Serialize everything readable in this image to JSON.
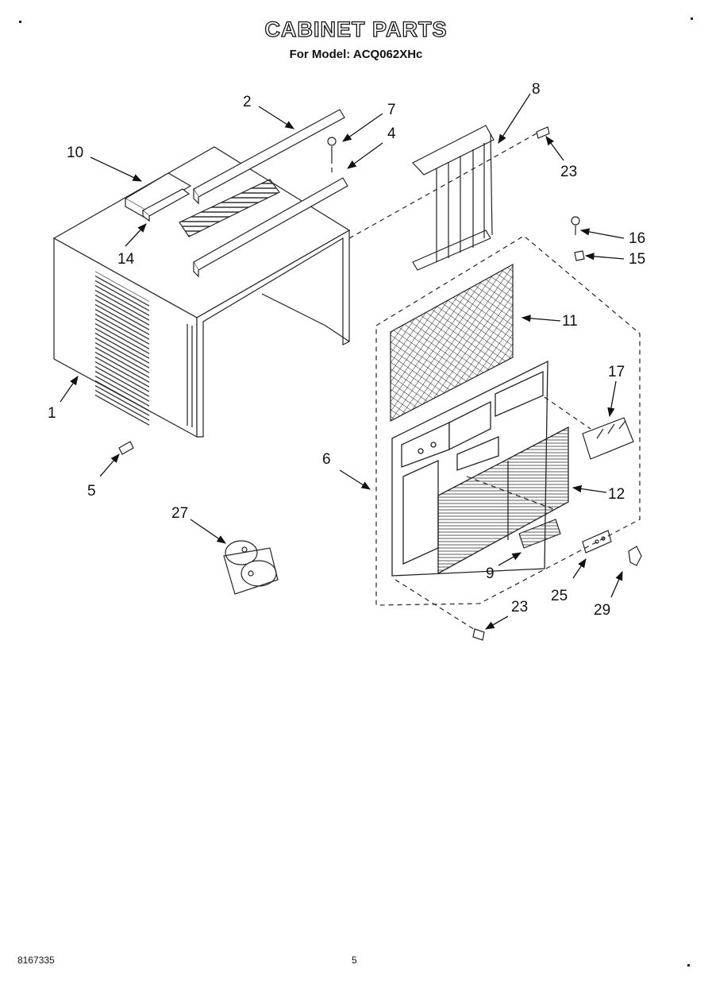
{
  "header": {
    "title": "CABINET PARTS",
    "subtitle": "For Model: ACQ062XHc"
  },
  "footer": {
    "doc_number": "8167335",
    "page_number": "5"
  },
  "callouts": [
    {
      "id": "2",
      "label": "2"
    },
    {
      "id": "7",
      "label": "7"
    },
    {
      "id": "4",
      "label": "4"
    },
    {
      "id": "8",
      "label": "8"
    },
    {
      "id": "10",
      "label": "10"
    },
    {
      "id": "23a",
      "label": "23"
    },
    {
      "id": "16",
      "label": "16"
    },
    {
      "id": "15",
      "label": "15"
    },
    {
      "id": "14",
      "label": "14"
    },
    {
      "id": "11",
      "label": "11"
    },
    {
      "id": "17",
      "label": "17"
    },
    {
      "id": "1",
      "label": "1"
    },
    {
      "id": "6",
      "label": "6"
    },
    {
      "id": "12",
      "label": "12"
    },
    {
      "id": "5",
      "label": "5"
    },
    {
      "id": "27",
      "label": "27"
    },
    {
      "id": "9",
      "label": "9"
    },
    {
      "id": "25",
      "label": "25"
    },
    {
      "id": "29",
      "label": "29"
    },
    {
      "id": "23b",
      "label": "23"
    }
  ]
}
